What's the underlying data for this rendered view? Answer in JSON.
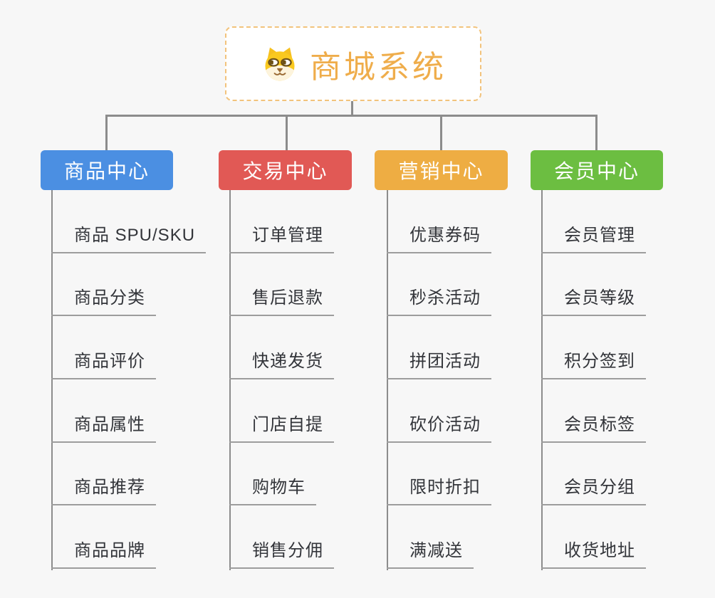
{
  "root": {
    "title": "商城系统",
    "icon": "dog-face-icon"
  },
  "branches": [
    {
      "label": "商品中心",
      "color": "#4b8fe2",
      "children": [
        "商品 SPU/SKU",
        "商品分类",
        "商品评价",
        "商品属性",
        "商品推荐",
        "商品品牌"
      ]
    },
    {
      "label": "交易中心",
      "color": "#e15955",
      "children": [
        "订单管理",
        "售后退款",
        "快递发货",
        "门店自提",
        "购物车",
        "销售分佣"
      ]
    },
    {
      "label": "营销中心",
      "color": "#eead43",
      "children": [
        "优惠券码",
        "秒杀活动",
        "拼团活动",
        "砍价活动",
        "限时折扣",
        "满减送"
      ]
    },
    {
      "label": "会员中心",
      "color": "#6cbe41",
      "children": [
        "会员管理",
        "会员等级",
        "积分签到",
        "会员标签",
        "会员分组",
        "收货地址"
      ]
    }
  ],
  "colors": {
    "root_accent": "#efad4b",
    "root_border": "#f2c37c",
    "connector": "#8c8c8c",
    "underline": "#9d9d9d",
    "child_text": "#33353a",
    "background": "#f7f7f7"
  }
}
